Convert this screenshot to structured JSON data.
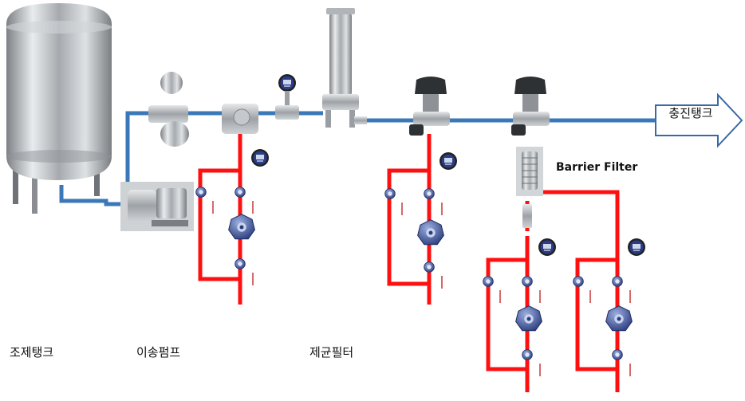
{
  "labels": {
    "mixing_tank": "조제탱크",
    "transfer_pump": "이송펌프",
    "sterile_filter": "제균필터",
    "filling_tank": "충진탱크",
    "barrier_filter": "Barrier Filter"
  },
  "colors": {
    "process_line": "#3a78b8",
    "loop_line": "#ff1010",
    "steel": "#b9bcbf",
    "valve": "#3b4f8e",
    "gauge_face": "#1f2c6a"
  }
}
